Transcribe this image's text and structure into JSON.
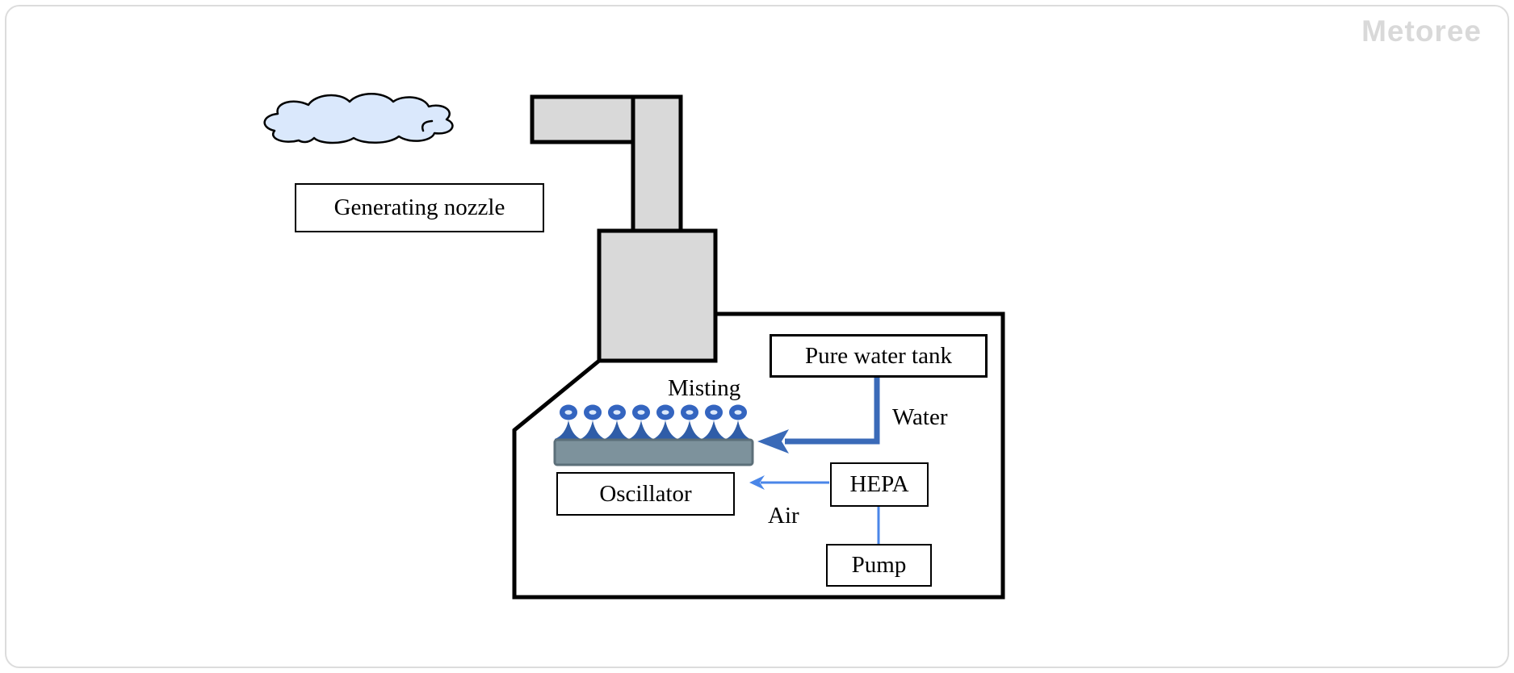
{
  "watermark": "Metoree",
  "diagram": {
    "generating_nozzle_label": "Generating nozzle",
    "misting_label": "Misting",
    "pure_water_tank_label": "Pure water tank",
    "water_label": "Water",
    "oscillator_label": "Oscillator",
    "hepa_label": "HEPA",
    "air_label": "Air",
    "pump_label": "Pump"
  },
  "colors": {
    "gray_fill": "#d9d9d9",
    "cloud_fill": "#dae8fc",
    "water_arrow_blue": "#3a6ab8",
    "air_arrow_blue": "#4a86e8",
    "mist_blue": "#2f5da8",
    "droplet_blue": "#3465c0",
    "plate_fill": "#7d929c",
    "plate_border": "#5c6f79",
    "watermark_gray": "#d9d9d9"
  }
}
